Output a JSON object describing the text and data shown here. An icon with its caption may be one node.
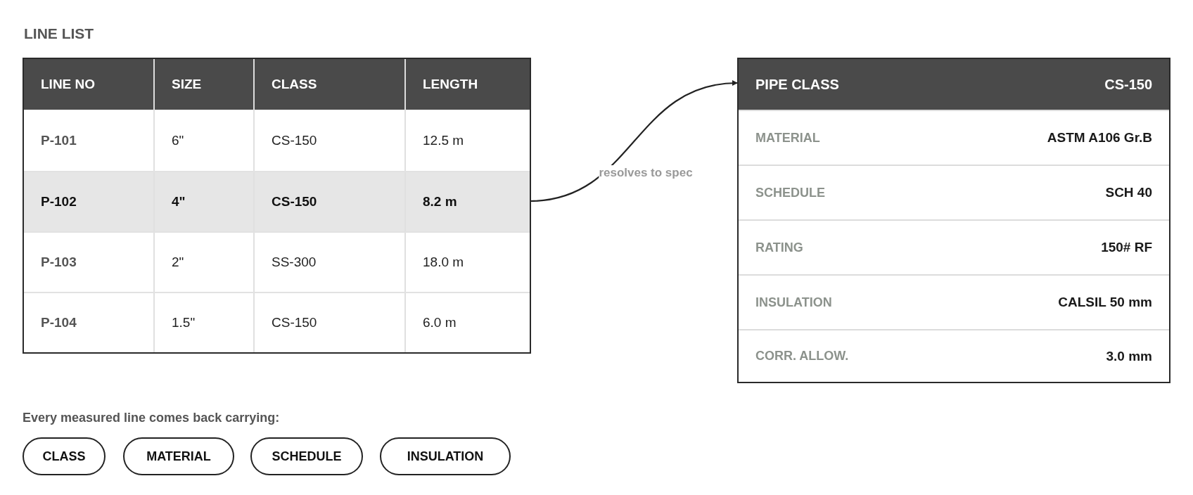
{
  "diagram": {
    "nodes": [
      {
        "text": [
          "LINE LIST"
        ]
      },
      {
        "text": [
          "LINE NO",
          "SIZE",
          "CLASS",
          "LENGTH"
        ],
        "in": 0
      },
      {
        "text": [
          "P-101",
          "6\"",
          "CS-150",
          "12.5 m"
        ],
        "in": 0
      },
      {
        "text": [
          "P-102",
          "4\"",
          "CS-150",
          "8.2 m"
        ],
        "in": 0
      },
      {
        "text": [
          "P-103",
          "2\"",
          "SS-300",
          "18.0 m"
        ],
        "in": 0
      },
      {
        "text": [
          "P-104",
          "1.5\"",
          "CS-150",
          "6.0 m"
        ],
        "in": 0
      },
      {
        "text": [
          "PIPE CLASS",
          "CS-150"
        ]
      },
      {
        "text": [
          "MATERIAL",
          "ASTM A106 Gr.B"
        ],
        "in": 6
      },
      {
        "text": [
          "SCHEDULE",
          "SCH 40"
        ],
        "in": 6
      },
      {
        "text": [
          "RATING",
          "150# RF"
        ],
        "in": 6
      },
      {
        "text": [
          "INSULATION",
          "CALSIL 50 mm"
        ],
        "in": 6
      },
      {
        "text": [
          "CORR. ALLOW.",
          "3.0 mm"
        ],
        "in": 6
      },
      {
        "text": [
          "CLASS"
        ]
      },
      {
        "text": [
          "MATERIAL"
        ]
      },
      {
        "text": [
          "SCHEDULE"
        ]
      },
      {
        "text": [
          "INSULATION"
        ]
      }
    ],
    "edges": [
      {
        "from": 3,
        "to": 6,
        "arrow": "to",
        "label": "resolves to spec"
      }
    ],
    "labels": [
      "Every measured line comes back carrying:"
    ]
  }
}
